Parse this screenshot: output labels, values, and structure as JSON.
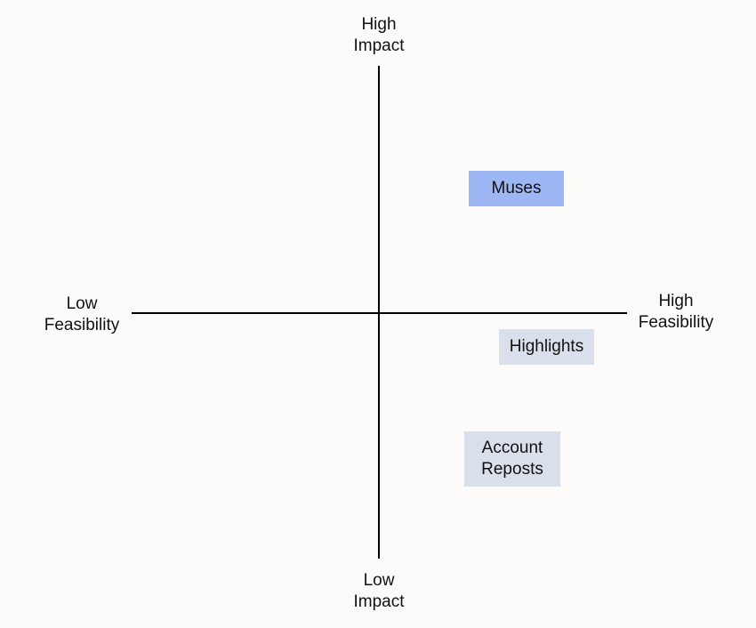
{
  "axes": {
    "top": "High\nImpact",
    "bottom": "Low\nImpact",
    "left": "Low\nFeasibility",
    "right": "High\nFeasibility"
  },
  "items": [
    {
      "label": "Muses",
      "color": "#9db7f5"
    },
    {
      "label": "Highlights",
      "color": "#d9e0ec"
    },
    {
      "label": "Account\nReposts",
      "color": "#d9e0ec"
    }
  ],
  "colors": {
    "background": "#fcfbf9",
    "axis_line": "#000000"
  }
}
